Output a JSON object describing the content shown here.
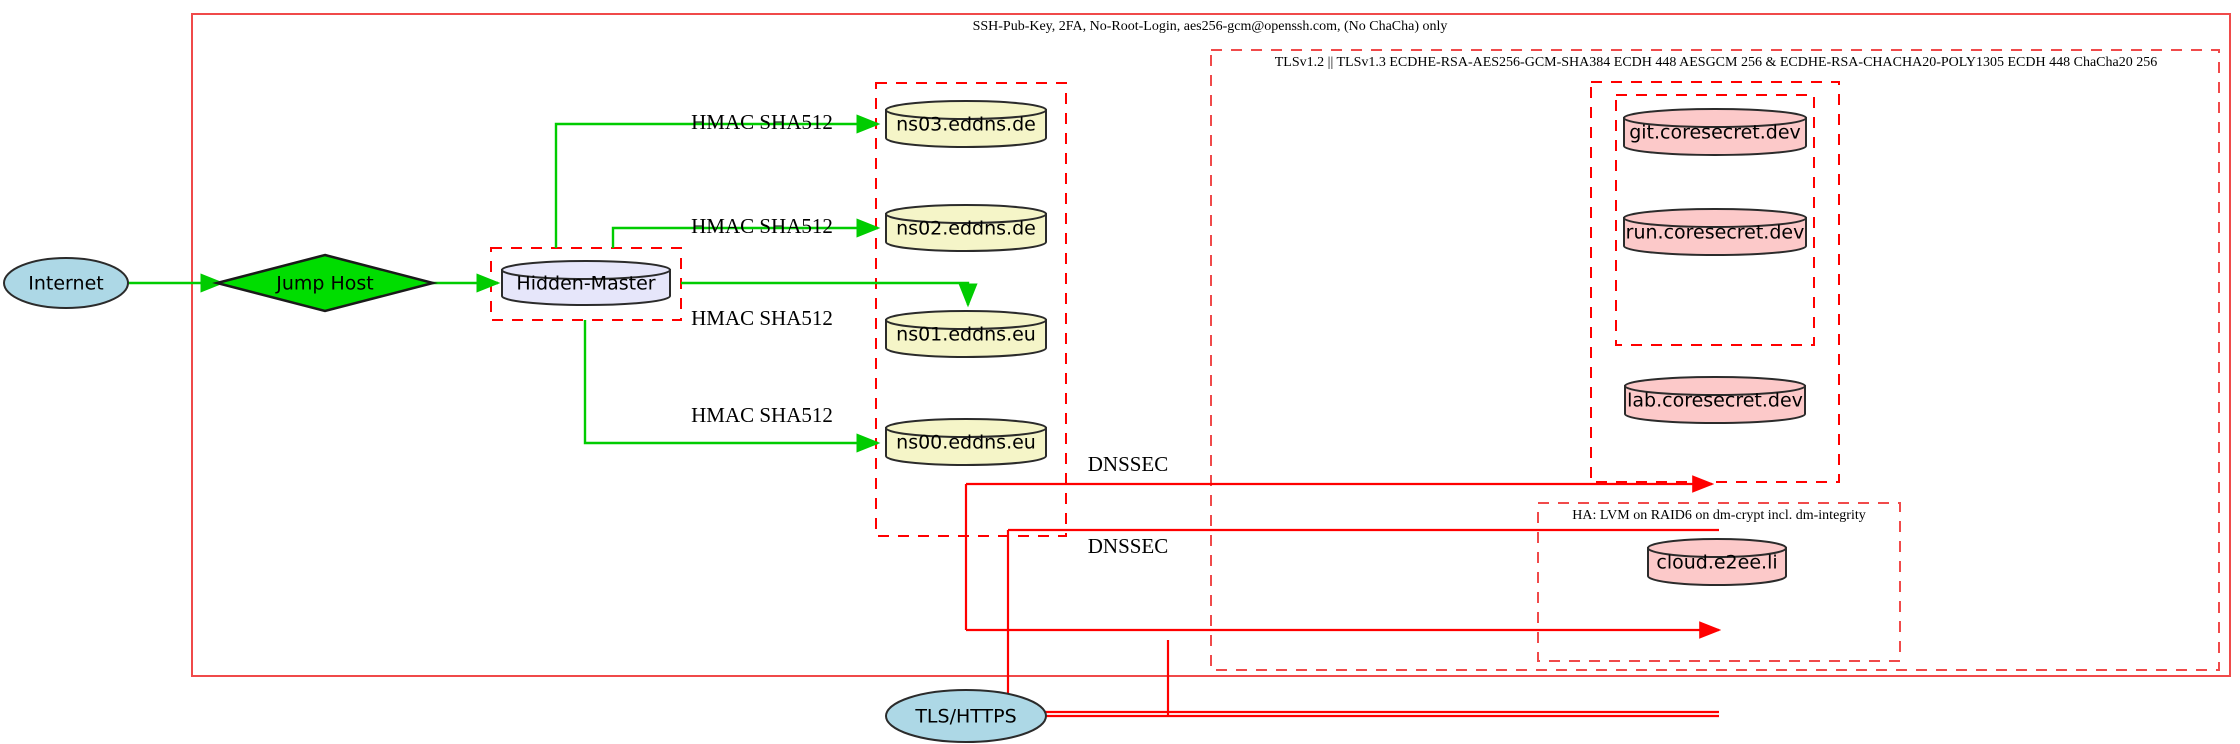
{
  "diagram": {
    "title_label": "SSH-Pub-Key, 2FA, No-Root-Login, aes256-gcm@openssh.com, (No ChaCha) only",
    "tls_cluster_label": "TLSv1.2 || TLSv1.3 ECDHE-RSA-AES256-GCM-SHA384 ECDH 448 AESGCM 256 & ECDHE-RSA-CHACHA20-POLY1305 ECDH 448 ChaCha20 256",
    "ha_cluster_label": "HA: LVM on RAID6 on dm-crypt incl. dm-integrity"
  },
  "nodes": {
    "internet": {
      "label": "Internet",
      "shape": "ellipse",
      "color": "#add8e6"
    },
    "jump_host": {
      "label": "Jump Host",
      "shape": "diamond",
      "color": "#00dd00"
    },
    "hidden_master": {
      "label": "Hidden-Master",
      "shape": "cylinder",
      "color": "#e6e6fa"
    },
    "ns03": {
      "label": "ns03.eddns.de",
      "shape": "cylinder",
      "color": "#f5f5c8"
    },
    "ns02": {
      "label": "ns02.eddns.de",
      "shape": "cylinder",
      "color": "#f5f5c8"
    },
    "ns01": {
      "label": "ns01.eddns.eu",
      "shape": "cylinder",
      "color": "#f5f5c8"
    },
    "ns00": {
      "label": "ns00.eddns.eu",
      "shape": "cylinder",
      "color": "#f5f5c8"
    },
    "git": {
      "label": "git.coresecret.dev",
      "shape": "cylinder",
      "color": "#fcc9c9"
    },
    "run": {
      "label": "run.coresecret.dev",
      "shape": "cylinder",
      "color": "#fcc9c9"
    },
    "lab": {
      "label": "lab.coresecret.dev",
      "shape": "cylinder",
      "color": "#fcc9c9"
    },
    "cloud": {
      "label": "cloud.e2ee.li",
      "shape": "cylinder",
      "color": "#fcc9c9"
    },
    "tls_https": {
      "label": "TLS/HTTPS",
      "shape": "ellipse",
      "color": "#add8e6"
    }
  },
  "edges": {
    "hmac_ns03": "HMAC SHA512",
    "hmac_ns02": "HMAC SHA512",
    "hmac_ns01": "HMAC SHA512",
    "hmac_ns00": "HMAC SHA512",
    "dnssec_upper": "DNSSEC",
    "dnssec_lower": "DNSSEC"
  },
  "colors": {
    "green_edge": "#00cc00",
    "red_edge": "#ff0000",
    "cluster_border": "#f04a4a"
  }
}
